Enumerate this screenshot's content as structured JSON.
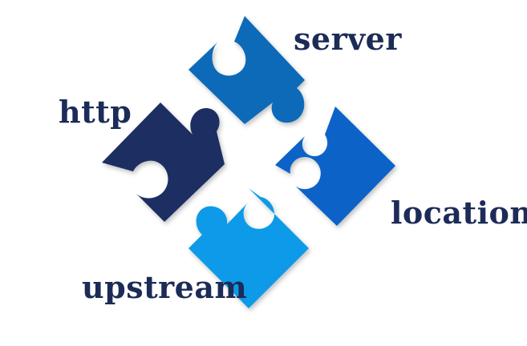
{
  "labels": {
    "server": "server",
    "http": "http",
    "location": "location",
    "upstream": "upstream"
  },
  "colors": {
    "label_text": "#1c2b57",
    "piece_server": "#0a6bb8",
    "piece_http": "#1b2f62",
    "piece_location": "#0762c7",
    "piece_upstream": "#0a9ae8",
    "background": "#ffffff"
  },
  "icons": {
    "piece_server": "puzzle-piece-icon",
    "piece_http": "puzzle-piece-icon",
    "piece_location": "puzzle-piece-icon",
    "piece_upstream": "puzzle-piece-icon"
  }
}
